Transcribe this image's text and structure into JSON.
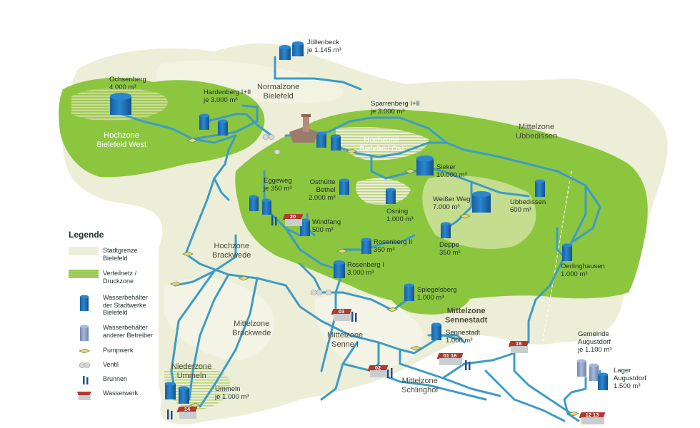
{
  "zones": {
    "normalzone": "Normalzone\nBielefeld",
    "hochzone_west": "Hochzone\nBielefeld West",
    "hochzone_ost": "Hochzone\nBielefeld Ost",
    "mittelzone_ubbedissen": "Mittelzone\nUbbedissen",
    "hochzone_brackwede": "Hochzone\nBrackwede",
    "mittelzone_brackwede": "Mittelzone\nBrackwede",
    "mittelzone_senne": "Mittelzone\nSenne I",
    "mittelzone_sennestadt": "Mittelzone\nSennestadt",
    "mittelzone_schlinghof": "Mittelzone\nSchlinghof",
    "niederzone_ummeln": "Niederzone\nUmmeln"
  },
  "reservoirs": {
    "joellenbeck": "Jöllenbeck\nje 1.145 m³",
    "ochsenberg": "Ochsenberg\n4.000 m³",
    "hardenberg": "Hardenberg I+II\nje 3.000 m³",
    "sparrenberg": "Sparrenberg I+II\nje 3.000 m³",
    "sieker": "Sieker\n10.000 m³",
    "osthuette": "Osthütte\nBethel\n2.000 m³",
    "osning": "Osning\n1.000 m³",
    "eggeweg": "Eggeweg\nje 350 m³",
    "weisser_weg": "Weißer Weg\n7.000 m³",
    "ubbedissen": "Ubbedissen\n600 m³",
    "windfang": "Windfang\n500 m³",
    "rosenberg2": "Rosenberg II\n350 m³",
    "deppe": "Deppe\n350 m³",
    "oerlinghausen": "Oerlinghausen\n1.000 m³",
    "rosenberg1": "Rosenberg I\n3.000 m³",
    "spiegelsberg": "Spiegelsberg\n1.000 m³",
    "sennestadt": "Sennestadt\n1.000 m³",
    "augustdorf": "Gemeinde\nAugustdorf\nje 1.100 m³",
    "lager_augustdorf": "Lager\nAugustdorf\n1.500 m³",
    "ummeln": "Ummeln\nje 1.000 m³"
  },
  "waterworks": [
    "20",
    "03",
    "02",
    "01 16",
    "18",
    "14",
    "12 13"
  ],
  "legend": {
    "title": "Legende",
    "items": [
      {
        "icon": "stadtgrenze-swatch",
        "label": "Stadtgrenze\nBielefeld"
      },
      {
        "icon": "verteilnetz-swatch",
        "label": "Verteilnetz /\nDruckzone"
      },
      {
        "icon": "reservoir-icon",
        "label": "Wasserbehälter\nder Stadtwerke\nBielefeld"
      },
      {
        "icon": "reservoir-other-icon",
        "label": "Wasserbehälter\nanderer Betreiber"
      },
      {
        "icon": "pump-icon",
        "label": "Pumpwerk"
      },
      {
        "icon": "valve-icon",
        "label": "Ventil"
      },
      {
        "icon": "well-icon",
        "label": "Brunnen"
      },
      {
        "icon": "waterworks-icon",
        "label": "Wasserwerk"
      }
    ]
  },
  "colors": {
    "pipe": "#3d9bc6",
    "reservoir": "#1f6fb5",
    "reservoir_other": "#8fa6c9",
    "green": "#8cc63f",
    "green_light": "#c5dd8e",
    "beige": "#eceed8",
    "waterworks_roof": "#b03a2e"
  }
}
